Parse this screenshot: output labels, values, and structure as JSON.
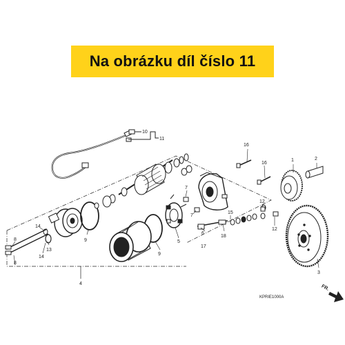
{
  "banner": {
    "text": "Na obrázku díl číslo 11",
    "background": "#ffd21a"
  },
  "diagram": {
    "callouts": {
      "c1": "1",
      "c2": "2",
      "c3": "3",
      "c4": "4",
      "c5": "5",
      "c6": "6",
      "c7a": "7",
      "c7b": "7",
      "c8a": "8",
      "c8b": "8",
      "c9a": "9",
      "c9b": "9",
      "c10": "10",
      "c11": "11",
      "c12a": "12",
      "c12b": "12",
      "c13": "13",
      "c14a": "14",
      "c14b": "14",
      "c15": "15",
      "c16a": "16",
      "c16b": "16",
      "c17": "17",
      "c18": "18"
    },
    "part_code": "KPRIE1000A",
    "direction_label": "FR."
  }
}
